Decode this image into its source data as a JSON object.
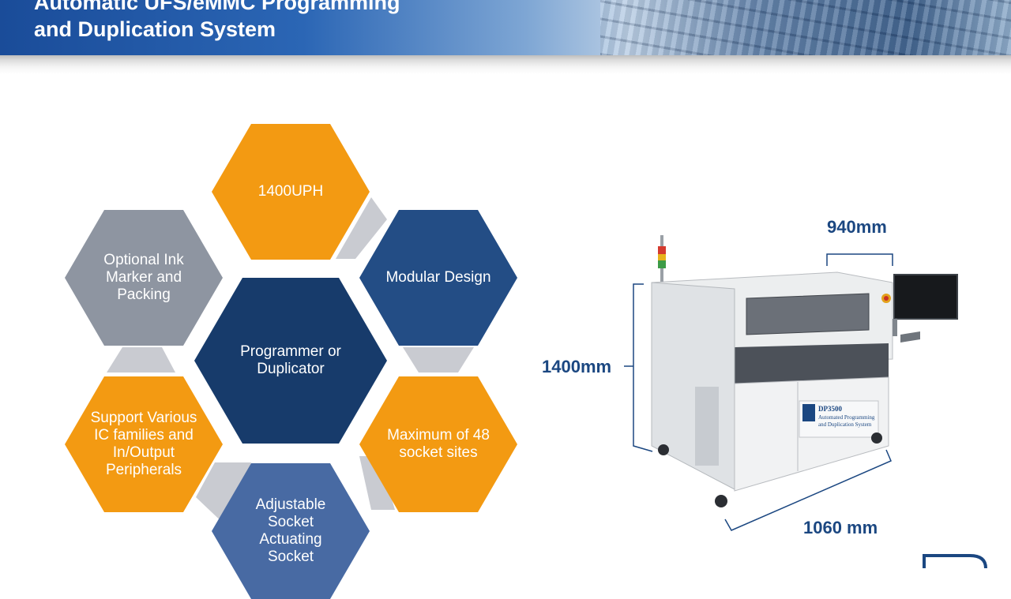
{
  "header": {
    "title_line1": "Automatic UFS/eMMC Programming",
    "title_line2": "and Duplication System"
  },
  "features": {
    "center": "Programmer or Duplicator",
    "top": "1400UPH",
    "upper_right": "Modular Design",
    "lower_right": "Maximum of 48 socket sites",
    "bottom": "Adjustable Socket Actuating Socket",
    "lower_left": "Support Various IC families and In/Output Peripherals",
    "upper_left": "Optional Ink Marker and Packing"
  },
  "machine": {
    "model_label": "DP3500",
    "model_subtitle_1": "Automated Programming",
    "model_subtitle_2": "and Duplication System",
    "dim_width": "940mm",
    "dim_height": "1400mm",
    "dim_depth": "1060 mm"
  },
  "colors": {
    "orange": "#f39a12",
    "navy": "#234d85",
    "center_navy": "#173b6b",
    "gray": "#8e95a1",
    "slate": "#486aa3",
    "dimension_blue": "#1b4781"
  }
}
